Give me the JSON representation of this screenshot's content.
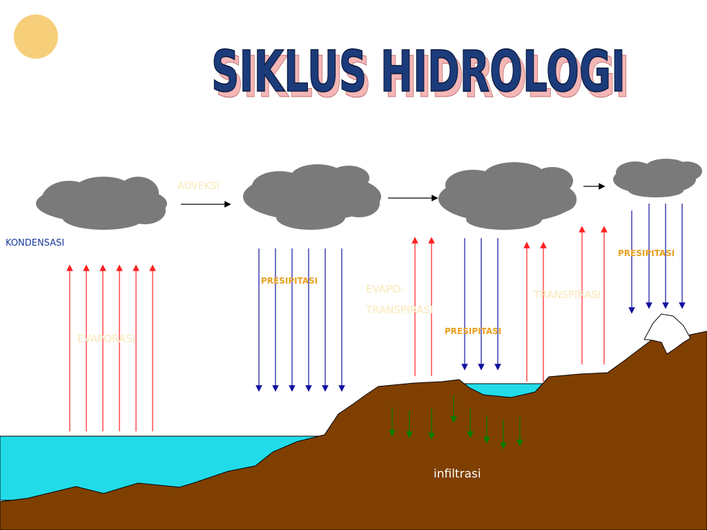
{
  "title": "SIKLUS HIDROLOGI",
  "labels": {
    "kondensasi": "KONDENSASI",
    "adveksi": "ADVEKSI",
    "evaporasi": "EVAPORASI",
    "presipitasi": "PRESIPITASI",
    "evapo_line1": "EVAPO-",
    "evapo_line2": "TRANSPIRASI",
    "transpirasi": "TRANSPIRASI",
    "infiltrasi": "infiltrasi"
  },
  "colors": {
    "sky": "#ffffff",
    "sun": "#f7cf7a",
    "cloud": "#7a7a7a",
    "water": "#22dbe8",
    "ground": "#7f3f00",
    "snow": "#ffffff",
    "arrow_up": "#ff2020",
    "arrow_down": "#1010a0",
    "arrow_infiltration": "#008000",
    "title_front": "#1c3b7a",
    "title_shadow": "#f4b6b6",
    "label_orange": "#e8a020",
    "label_faint": "#f8e8b8",
    "label_blue": "#1a3a9a"
  }
}
